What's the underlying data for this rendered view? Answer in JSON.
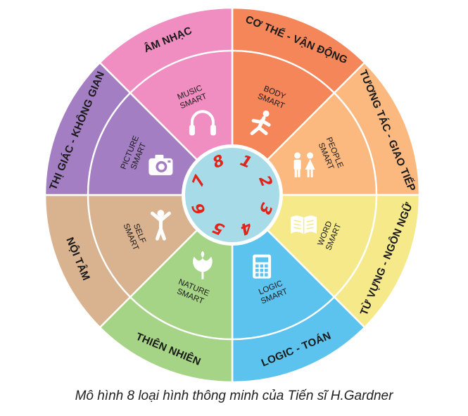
{
  "wheel": {
    "segments": [
      {
        "outer_label": "CƠ THỂ - VẬN ĐỘNG",
        "inner_label": [
          "BODY",
          "SMART"
        ],
        "icon": "running-person-icon",
        "color": "#f5865a"
      },
      {
        "outer_label": "TƯƠNG TÁC - GIAO TIẾP",
        "inner_label": [
          "PEOPLE",
          "SMART"
        ],
        "icon": "people-icon",
        "color": "#fbb97f"
      },
      {
        "outer_label": "TỪ VỰNG - NGÔN NGỮ",
        "inner_label": [
          "WORD",
          "SMART"
        ],
        "icon": "book-icon",
        "color": "#f6e98a"
      },
      {
        "outer_label": "LOGIC - TOÁN",
        "inner_label": [
          "LOGIC",
          "SMART"
        ],
        "icon": "calculator-icon",
        "color": "#5cc2ee"
      },
      {
        "outer_label": "THIÊN NHIÊN",
        "inner_label": [
          "NATURE",
          "SMART"
        ],
        "icon": "flower-icon",
        "color": "#a6d486"
      },
      {
        "outer_label": "NỘI TÂM",
        "inner_label": [
          "SELF",
          "SMART"
        ],
        "icon": "self-person-icon",
        "color": "#d9b28f"
      },
      {
        "outer_label": "THỊ GIÁC - KHÔNG GIAN",
        "inner_label": [
          "PICTURE",
          "SMART"
        ],
        "icon": "camera-icon",
        "color": "#a37ec2"
      },
      {
        "outer_label": "ÂM NHẠC",
        "inner_label": [
          "MUSIC",
          "SMART"
        ],
        "icon": "headphones-icon",
        "color": "#f08dc1"
      }
    ],
    "hub": {
      "color": "#a8dbe8",
      "numbers": [
        "1",
        "2",
        "3",
        "4",
        "5",
        "6",
        "7",
        "8"
      ]
    }
  },
  "caption": "Mô hình 8 loại hình thông minh của Tiến sĩ H.Gardner"
}
